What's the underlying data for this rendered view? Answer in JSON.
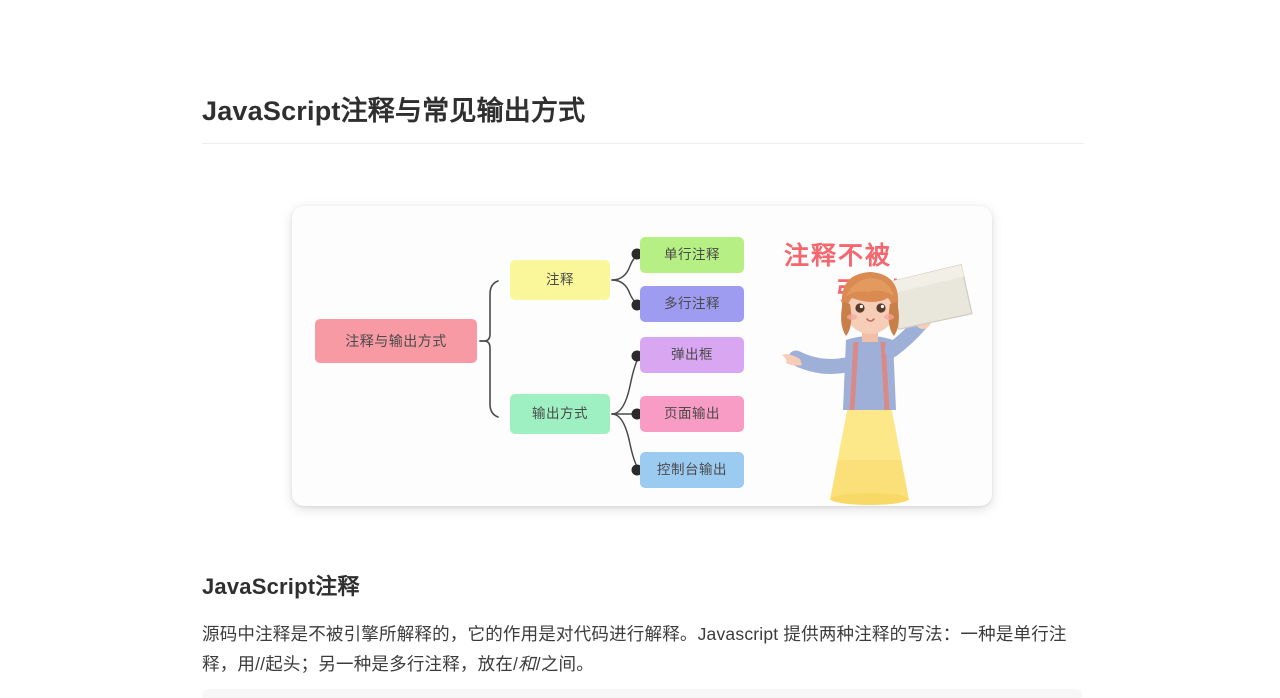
{
  "document": {
    "title": "JavaScript注释与常见输出方式",
    "section_heading": "JavaScript注释",
    "paragraph_part1": "源码中注释是不被引擎所解释的，它的作用是对代码进行解释。Javascript 提供两种注释的写法：一种是单行注释，用//起头；另一种是多行注释，放在/",
    "paragraph_em": "和",
    "paragraph_part2": "/之间。"
  },
  "figure": {
    "name": "mindmap-card",
    "mindmap": {
      "root": {
        "label": "注释与输出方式",
        "color": "#f79aa3"
      },
      "branches": [
        {
          "label": "注释",
          "color": "#faf79a"
        },
        {
          "label": "输出方式",
          "color": "#9ef0c2"
        }
      ],
      "leaves": [
        {
          "label": "单行注释",
          "color": "#b6ef84",
          "parent": "注释"
        },
        {
          "label": "多行注释",
          "color": "#9d9cf1",
          "parent": "注释"
        },
        {
          "label": "弹出框",
          "color": "#d9a6f1",
          "parent": "输出方式"
        },
        {
          "label": "页面输出",
          "color": "#f99cc5",
          "parent": "输出方式"
        },
        {
          "label": "控制台输出",
          "color": "#9ccbf1",
          "parent": "输出方式"
        }
      ]
    },
    "illustration": {
      "caption_line1": "注释不被",
      "caption_line2": "引擎解释",
      "caption_color": "#f4676f",
      "subject": "girl-holding-paper"
    }
  },
  "theme": {
    "page_background": "#ffffff",
    "title_color": "#2f2f2f",
    "text_color": "#3c3c3c",
    "rule_color": "#eeeeee",
    "code_block_background": "#f7f7f8"
  }
}
